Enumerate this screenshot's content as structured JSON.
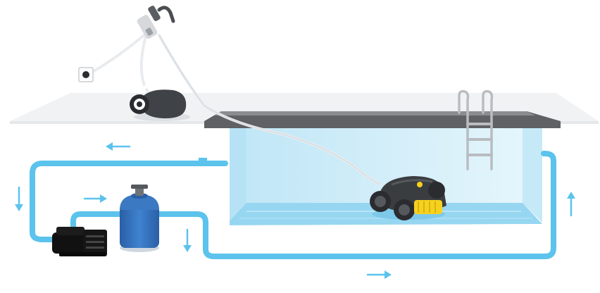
{
  "diagram": {
    "description_free": true,
    "colors": {
      "pipe": "#5bc3ec",
      "arrow": "#5bc3ec",
      "water": "#a9ddf3",
      "water_deep": "#7fcdee",
      "deck": "#f0f1f3",
      "wall": "#ffffff",
      "rim": "#6b6d70",
      "robot": "#3a3d40",
      "brush": "#f6d21f",
      "filter": "#2f6db8",
      "pump": "#111111",
      "cable": "#eef0f2"
    },
    "icons": {
      "outlet": "power-outlet-icon",
      "caddy": "robot-caddy-icon",
      "stored_robot": "docked-robot-icon",
      "robot": "pool-robot-icon",
      "ladder": "pool-ladder-icon",
      "filter": "sand-filter-icon",
      "pump": "pool-pump-icon"
    },
    "flow_arrows": [
      {
        "id": "return-top",
        "direction": "left"
      },
      {
        "id": "down-left",
        "direction": "down"
      },
      {
        "id": "to-filter",
        "direction": "right"
      },
      {
        "id": "down-mid",
        "direction": "down"
      },
      {
        "id": "bottom",
        "direction": "right"
      },
      {
        "id": "up-right",
        "direction": "up"
      }
    ]
  }
}
